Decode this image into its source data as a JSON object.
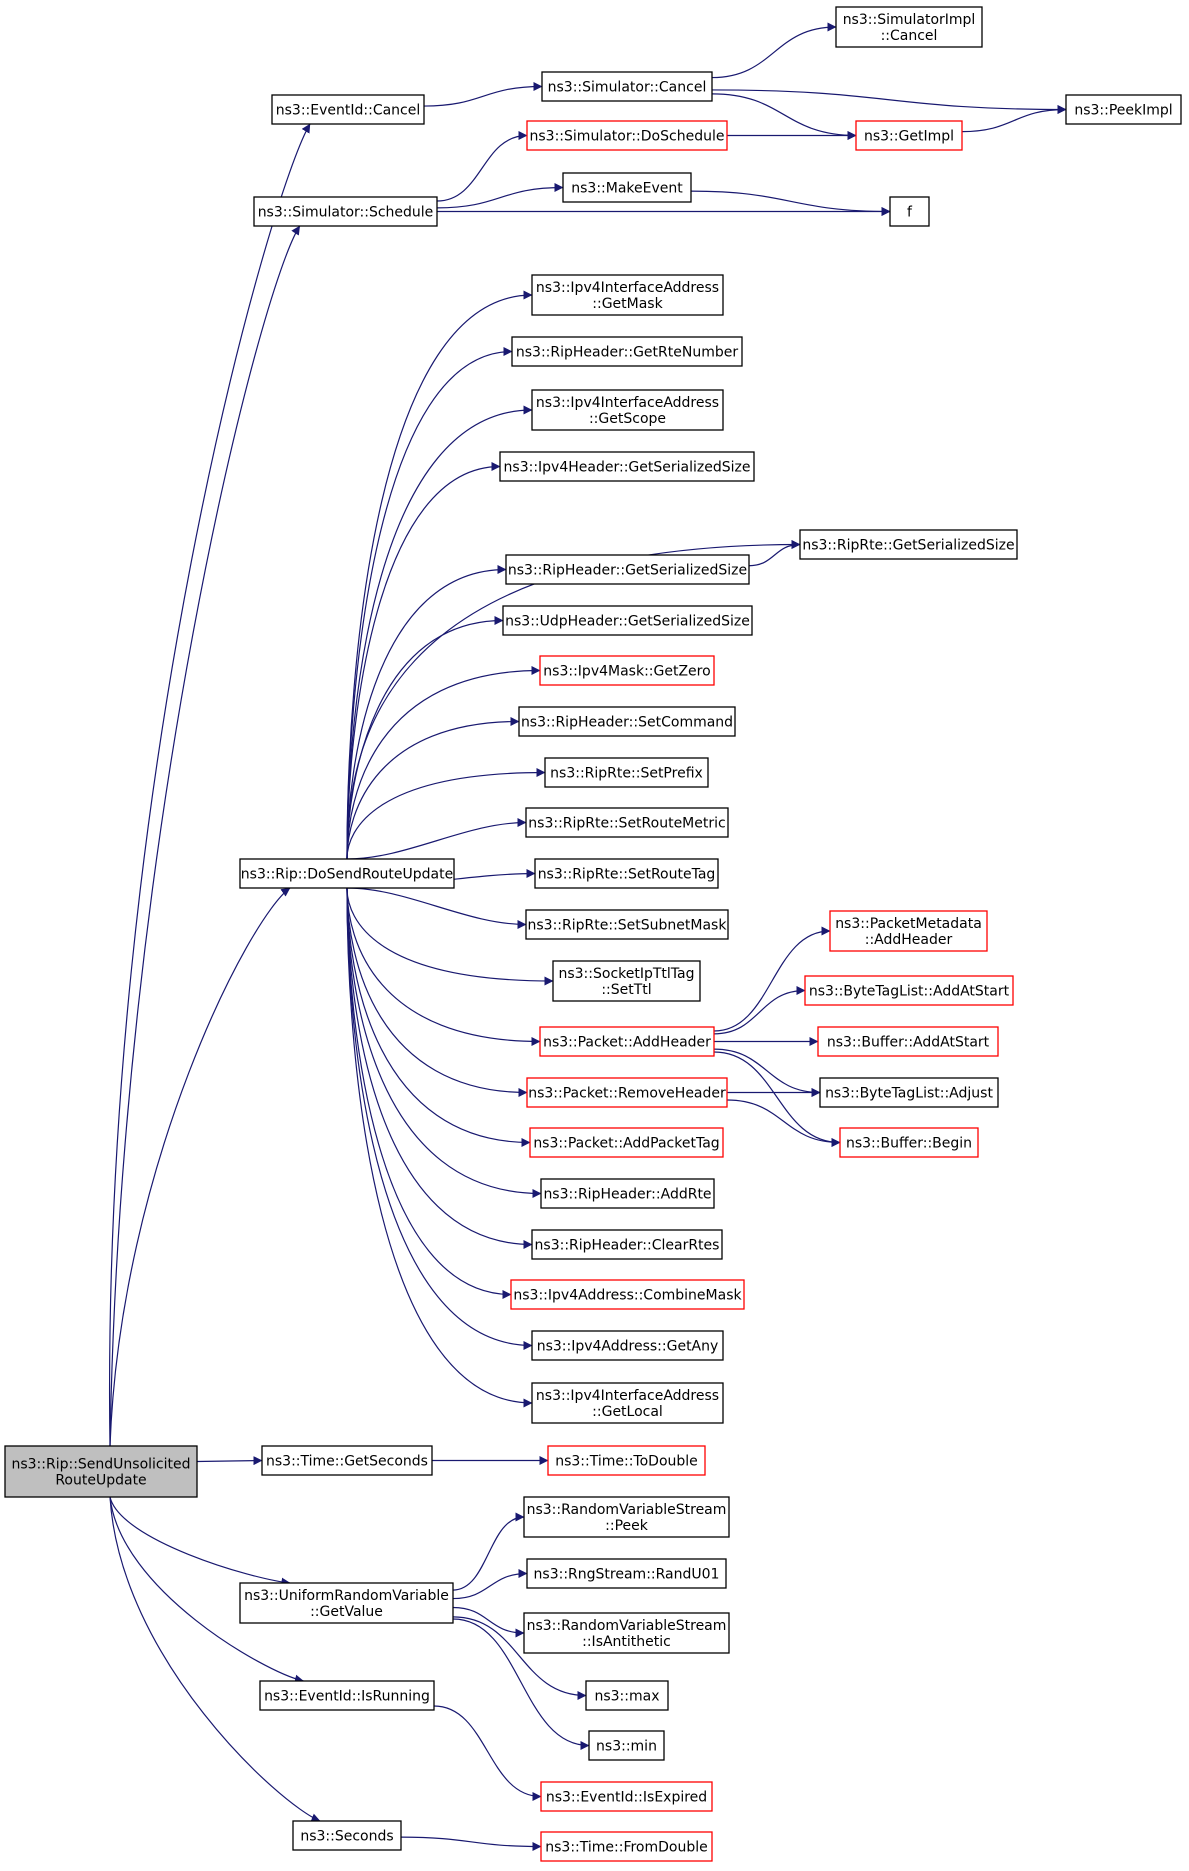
{
  "colors": {
    "edge": "#191970",
    "node_border": "#000000",
    "node_border_truncated": "#ff0000",
    "root_fill": "#bfbfbf",
    "node_fill": "#ffffff"
  },
  "nodes": [
    {
      "id": "root",
      "lines": [
        "ns3::Rip::SendUnsolicited",
        "RouteUpdate"
      ],
      "style": "root"
    },
    {
      "id": "evcancel",
      "lines": [
        "ns3::EventId::Cancel"
      ],
      "style": "normal"
    },
    {
      "id": "simcancel",
      "lines": [
        "ns3::Simulator::Cancel"
      ],
      "style": "normal"
    },
    {
      "id": "simimplcancel",
      "lines": [
        "ns3::SimulatorImpl",
        "::Cancel"
      ],
      "style": "normal"
    },
    {
      "id": "peekimpl",
      "lines": [
        "ns3::PeekImpl"
      ],
      "style": "normal"
    },
    {
      "id": "getimpl",
      "lines": [
        "ns3::GetImpl"
      ],
      "style": "truncated"
    },
    {
      "id": "doschedule",
      "lines": [
        "ns3::Simulator::DoSchedule"
      ],
      "style": "truncated"
    },
    {
      "id": "schedule",
      "lines": [
        "ns3::Simulator::Schedule"
      ],
      "style": "normal"
    },
    {
      "id": "makeevent",
      "lines": [
        "ns3::MakeEvent"
      ],
      "style": "normal"
    },
    {
      "id": "f",
      "lines": [
        "f"
      ],
      "style": "normal"
    },
    {
      "id": "getmask",
      "lines": [
        "ns3::Ipv4InterfaceAddress",
        "::GetMask"
      ],
      "style": "normal"
    },
    {
      "id": "getrtenumber",
      "lines": [
        "ns3::RipHeader::GetRteNumber"
      ],
      "style": "normal"
    },
    {
      "id": "getscope",
      "lines": [
        "ns3::Ipv4InterfaceAddress",
        "::GetScope"
      ],
      "style": "normal"
    },
    {
      "id": "ipv4hdrsize",
      "lines": [
        "ns3::Ipv4Header::GetSerializedSize"
      ],
      "style": "normal"
    },
    {
      "id": "riprtesize",
      "lines": [
        "ns3::RipRte::GetSerializedSize"
      ],
      "style": "normal"
    },
    {
      "id": "riphdrsize",
      "lines": [
        "ns3::RipHeader::GetSerializedSize"
      ],
      "style": "normal"
    },
    {
      "id": "udphdrsize",
      "lines": [
        "ns3::UdpHeader::GetSerializedSize"
      ],
      "style": "normal"
    },
    {
      "id": "getzero",
      "lines": [
        "ns3::Ipv4Mask::GetZero"
      ],
      "style": "truncated"
    },
    {
      "id": "setcommand",
      "lines": [
        "ns3::RipHeader::SetCommand"
      ],
      "style": "normal"
    },
    {
      "id": "setprefix",
      "lines": [
        "ns3::RipRte::SetPrefix"
      ],
      "style": "normal"
    },
    {
      "id": "setroutemetric",
      "lines": [
        "ns3::RipRte::SetRouteMetric"
      ],
      "style": "normal"
    },
    {
      "id": "dosend",
      "lines": [
        "ns3::Rip::DoSendRouteUpdate"
      ],
      "style": "normal"
    },
    {
      "id": "setroutetag",
      "lines": [
        "ns3::RipRte::SetRouteTag"
      ],
      "style": "normal"
    },
    {
      "id": "setsubnetmask",
      "lines": [
        "ns3::RipRte::SetSubnetMask"
      ],
      "style": "normal"
    },
    {
      "id": "setttl",
      "lines": [
        "ns3::SocketIpTtlTag",
        "::SetTtl"
      ],
      "style": "normal"
    },
    {
      "id": "pmaddheader",
      "lines": [
        "ns3::PacketMetadata",
        "::AddHeader"
      ],
      "style": "truncated"
    },
    {
      "id": "btladdatstart",
      "lines": [
        "ns3::ByteTagList::AddAtStart"
      ],
      "style": "truncated"
    },
    {
      "id": "addheader",
      "lines": [
        "ns3::Packet::AddHeader"
      ],
      "style": "truncated"
    },
    {
      "id": "bufaddatstart",
      "lines": [
        "ns3::Buffer::AddAtStart"
      ],
      "style": "truncated"
    },
    {
      "id": "removeheader",
      "lines": [
        "ns3::Packet::RemoveHeader"
      ],
      "style": "truncated"
    },
    {
      "id": "btladjust",
      "lines": [
        "ns3::ByteTagList::Adjust"
      ],
      "style": "normal"
    },
    {
      "id": "addpackettag",
      "lines": [
        "ns3::Packet::AddPacketTag"
      ],
      "style": "truncated"
    },
    {
      "id": "bufbegin",
      "lines": [
        "ns3::Buffer::Begin"
      ],
      "style": "truncated"
    },
    {
      "id": "addrte",
      "lines": [
        "ns3::RipHeader::AddRte"
      ],
      "style": "normal"
    },
    {
      "id": "clearrtes",
      "lines": [
        "ns3::RipHeader::ClearRtes"
      ],
      "style": "normal"
    },
    {
      "id": "combinemask",
      "lines": [
        "ns3::Ipv4Address::CombineMask"
      ],
      "style": "truncated"
    },
    {
      "id": "getany",
      "lines": [
        "ns3::Ipv4Address::GetAny"
      ],
      "style": "normal"
    },
    {
      "id": "getlocal",
      "lines": [
        "ns3::Ipv4InterfaceAddress",
        "::GetLocal"
      ],
      "style": "normal"
    },
    {
      "id": "getseconds",
      "lines": [
        "ns3::Time::GetSeconds"
      ],
      "style": "normal"
    },
    {
      "id": "todouble",
      "lines": [
        "ns3::Time::ToDouble"
      ],
      "style": "truncated"
    },
    {
      "id": "rvspeek",
      "lines": [
        "ns3::RandomVariableStream",
        "::Peek"
      ],
      "style": "normal"
    },
    {
      "id": "urvgetvalue",
      "lines": [
        "ns3::UniformRandomVariable",
        "::GetValue"
      ],
      "style": "normal"
    },
    {
      "id": "randu01",
      "lines": [
        "ns3::RngStream::RandU01"
      ],
      "style": "normal"
    },
    {
      "id": "isantithetic",
      "lines": [
        "ns3::RandomVariableStream",
        "::IsAntithetic"
      ],
      "style": "normal"
    },
    {
      "id": "max",
      "lines": [
        "ns3::max"
      ],
      "style": "normal"
    },
    {
      "id": "isrunning",
      "lines": [
        "ns3::EventId::IsRunning"
      ],
      "style": "normal"
    },
    {
      "id": "min",
      "lines": [
        "ns3::min"
      ],
      "style": "normal"
    },
    {
      "id": "isexpired",
      "lines": [
        "ns3::EventId::IsExpired"
      ],
      "style": "truncated"
    },
    {
      "id": "seconds",
      "lines": [
        "ns3::Seconds"
      ],
      "style": "normal"
    },
    {
      "id": "fromdouble",
      "lines": [
        "ns3::Time::FromDouble"
      ],
      "style": "truncated"
    }
  ],
  "edges": [
    [
      "root",
      "evcancel"
    ],
    [
      "root",
      "schedule"
    ],
    [
      "root",
      "dosend"
    ],
    [
      "root",
      "getseconds"
    ],
    [
      "root",
      "urvgetvalue"
    ],
    [
      "root",
      "isrunning"
    ],
    [
      "root",
      "seconds"
    ],
    [
      "evcancel",
      "simcancel"
    ],
    [
      "simcancel",
      "simimplcancel"
    ],
    [
      "simcancel",
      "peekimpl"
    ],
    [
      "simcancel",
      "getimpl"
    ],
    [
      "getimpl",
      "peekimpl"
    ],
    [
      "doschedule",
      "getimpl"
    ],
    [
      "schedule",
      "doschedule"
    ],
    [
      "schedule",
      "makeevent"
    ],
    [
      "schedule",
      "f"
    ],
    [
      "makeevent",
      "f"
    ],
    [
      "dosend",
      "getmask"
    ],
    [
      "dosend",
      "getrtenumber"
    ],
    [
      "dosend",
      "getscope"
    ],
    [
      "dosend",
      "ipv4hdrsize"
    ],
    [
      "dosend",
      "riprtesize"
    ],
    [
      "dosend",
      "riphdrsize"
    ],
    [
      "dosend",
      "udphdrsize"
    ],
    [
      "dosend",
      "getzero"
    ],
    [
      "dosend",
      "setcommand"
    ],
    [
      "dosend",
      "setprefix"
    ],
    [
      "dosend",
      "setroutemetric"
    ],
    [
      "dosend",
      "setroutetag"
    ],
    [
      "dosend",
      "setsubnetmask"
    ],
    [
      "dosend",
      "setttl"
    ],
    [
      "dosend",
      "addheader"
    ],
    [
      "dosend",
      "removeheader"
    ],
    [
      "dosend",
      "addpackettag"
    ],
    [
      "dosend",
      "addrte"
    ],
    [
      "dosend",
      "clearrtes"
    ],
    [
      "dosend",
      "combinemask"
    ],
    [
      "dosend",
      "getany"
    ],
    [
      "dosend",
      "getlocal"
    ],
    [
      "riphdrsize",
      "riprtesize"
    ],
    [
      "addheader",
      "pmaddheader"
    ],
    [
      "addheader",
      "btladdatstart"
    ],
    [
      "addheader",
      "bufaddatstart"
    ],
    [
      "addheader",
      "btladjust"
    ],
    [
      "addheader",
      "bufbegin"
    ],
    [
      "removeheader",
      "btladjust"
    ],
    [
      "removeheader",
      "bufbegin"
    ],
    [
      "getseconds",
      "todouble"
    ],
    [
      "urvgetvalue",
      "rvspeek"
    ],
    [
      "urvgetvalue",
      "randu01"
    ],
    [
      "urvgetvalue",
      "isantithetic"
    ],
    [
      "urvgetvalue",
      "max"
    ],
    [
      "urvgetvalue",
      "min"
    ],
    [
      "isrunning",
      "isexpired"
    ],
    [
      "seconds",
      "fromdouble"
    ]
  ]
}
